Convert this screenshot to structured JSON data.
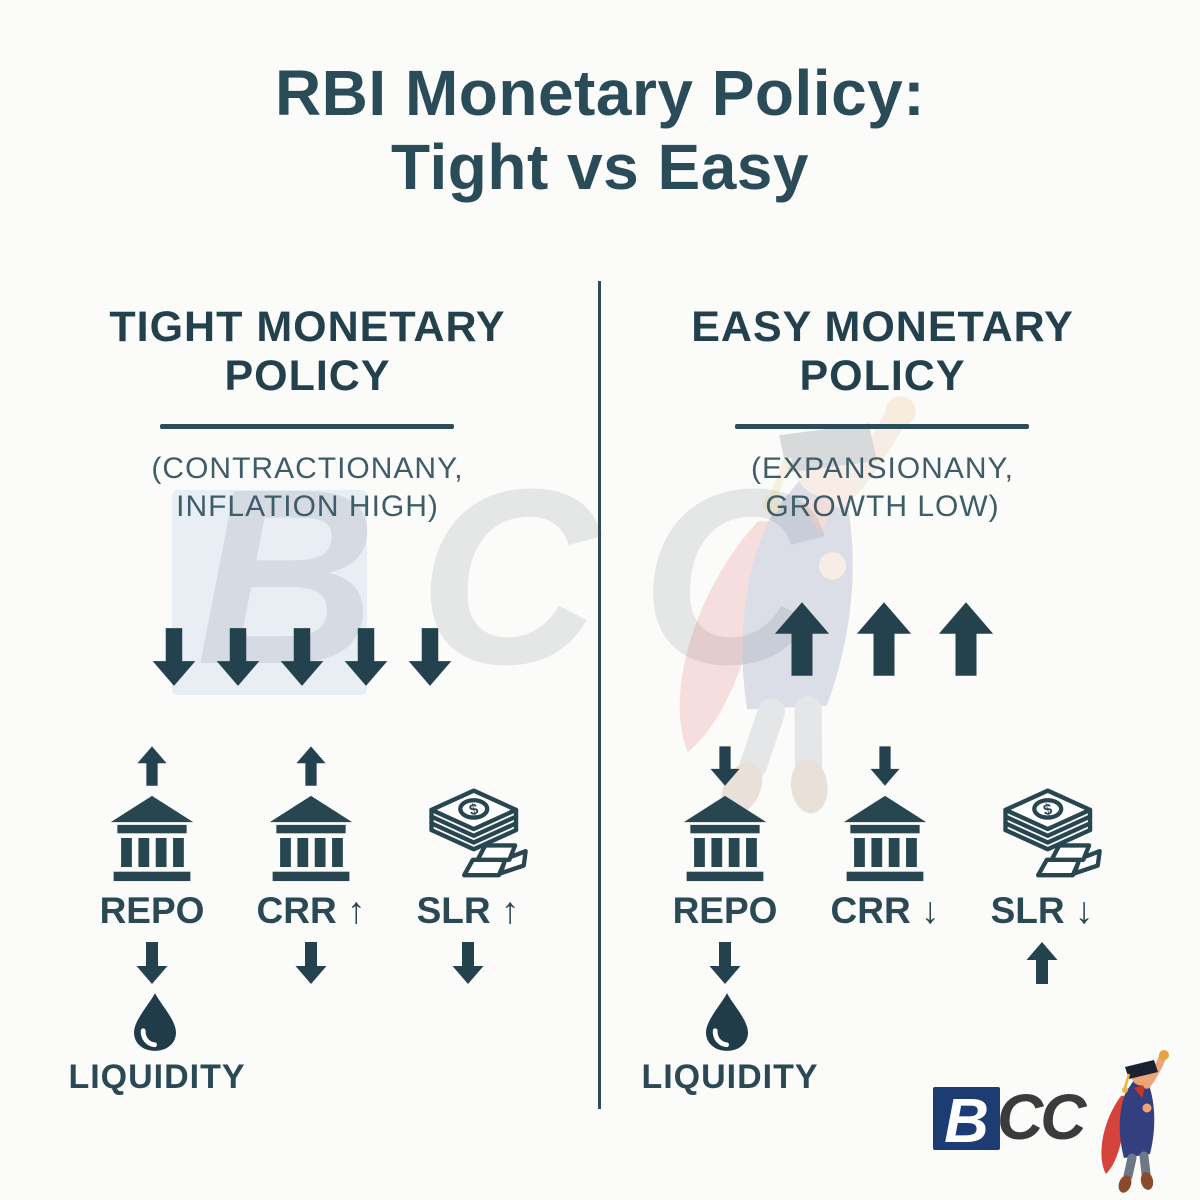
{
  "title": {
    "line1": "RBI Monetary Policy:",
    "line2": "Tight vs Easy"
  },
  "watermark": {
    "text": "BCC",
    "mascot": "graduate-superhero"
  },
  "columns": [
    {
      "heading_line1": "TIGHT MONETARY",
      "heading_line2": "POLICY",
      "subtitle_line1": "(CONTRACTIONANY,",
      "subtitle_line2": "INFLATION HIGH)",
      "flow_arrows": {
        "direction": "down",
        "count": 5
      },
      "instruments": [
        {
          "label": "REPO",
          "icon": "bank-icon",
          "arrow_above": "up",
          "arrow_below": "down"
        },
        {
          "label": "CRR ↑",
          "icon": "bank-icon",
          "arrow_above": "up",
          "arrow_below": "down"
        },
        {
          "label": "SLR ↑",
          "icon": "money-gold-icon",
          "arrow_above": "none",
          "arrow_below": "down"
        }
      ],
      "liquidity": {
        "label": "LIQUIDITY",
        "icon": "water-drop-icon"
      }
    },
    {
      "heading_line1": "EASY MONETARY",
      "heading_line2": "POLICY",
      "subtitle_line1": "(EXPANSIONANY,",
      "subtitle_line2": "GROWTH LOW)",
      "flow_arrows": {
        "direction": "up",
        "count": 3
      },
      "instruments": [
        {
          "label": "REPO",
          "icon": "bank-icon",
          "arrow_above": "down",
          "arrow_below": "down"
        },
        {
          "label": "CRR ↓",
          "icon": "bank-icon",
          "arrow_above": "down",
          "arrow_below": "none"
        },
        {
          "label": "SLR ↓",
          "icon": "money-gold-icon",
          "arrow_above": "none",
          "arrow_below": "up"
        }
      ],
      "liquidity": {
        "label": "LIQUIDITY",
        "icon": "water-drop-icon"
      }
    }
  ],
  "logo": {
    "text_b": "B",
    "text_cc": "CC",
    "mascot": "graduate-superhero"
  },
  "colors": {
    "ink": "#24424e",
    "title": "#2a4b58",
    "heading": "#23414d",
    "subtitle": "#3f5d69",
    "divider": "#2e4b56",
    "logo_navy": "#1e3c74",
    "logo_gray": "#3b3b3e",
    "cape_red": "#d6423c",
    "background": "#fbfbfa"
  }
}
